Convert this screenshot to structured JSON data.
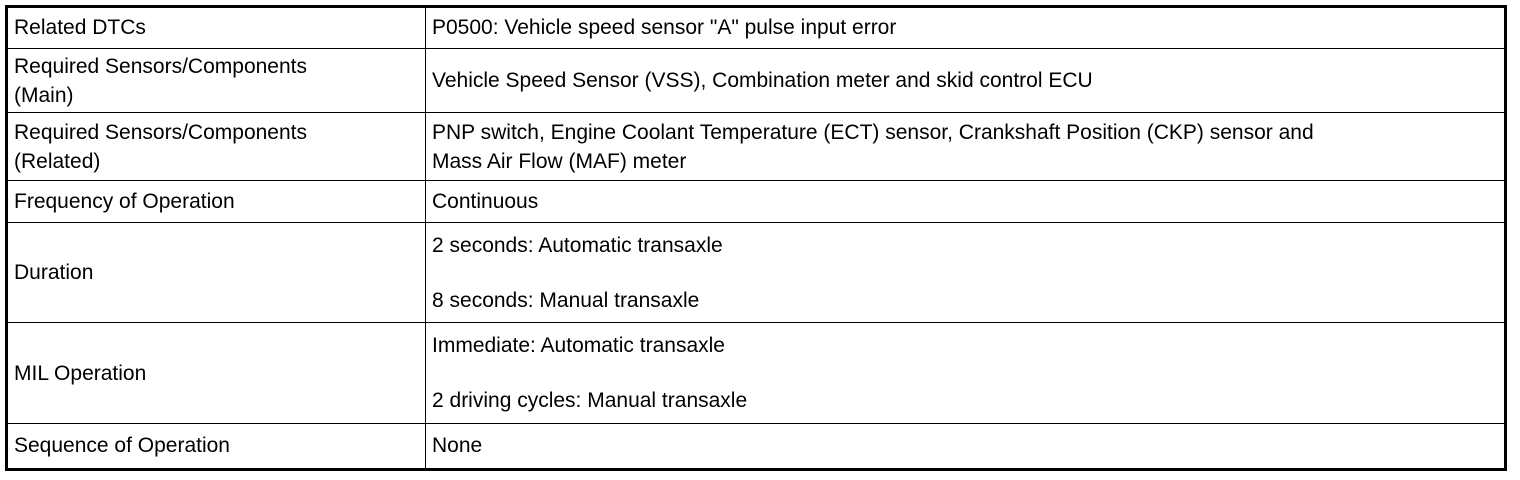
{
  "rows": [
    {
      "label": "Related DTCs",
      "value": [
        "P0500: Vehicle speed sensor \"A\" pulse input error"
      ]
    },
    {
      "label_lines": [
        "Required Sensors/Components",
        "(Main)"
      ],
      "value": [
        "Vehicle Speed Sensor (VSS), Combination meter and skid control ECU"
      ]
    },
    {
      "label_lines": [
        "Required Sensors/Components",
        "(Related)"
      ],
      "value": [
        "PNP switch, Engine Coolant Temperature (ECT) sensor, Crankshaft Position (CKP) sensor and",
        "Mass Air Flow (MAF) meter"
      ]
    },
    {
      "label": "Frequency of Operation",
      "value": [
        "Continuous"
      ]
    },
    {
      "label": "Duration",
      "value": [
        "2 seconds: Automatic transaxle",
        "8 seconds: Manual transaxle"
      ]
    },
    {
      "label": "MIL Operation",
      "value": [
        "Immediate: Automatic transaxle",
        "2 driving cycles: Manual transaxle"
      ]
    },
    {
      "label": "Sequence of Operation",
      "value": [
        "None"
      ]
    }
  ]
}
